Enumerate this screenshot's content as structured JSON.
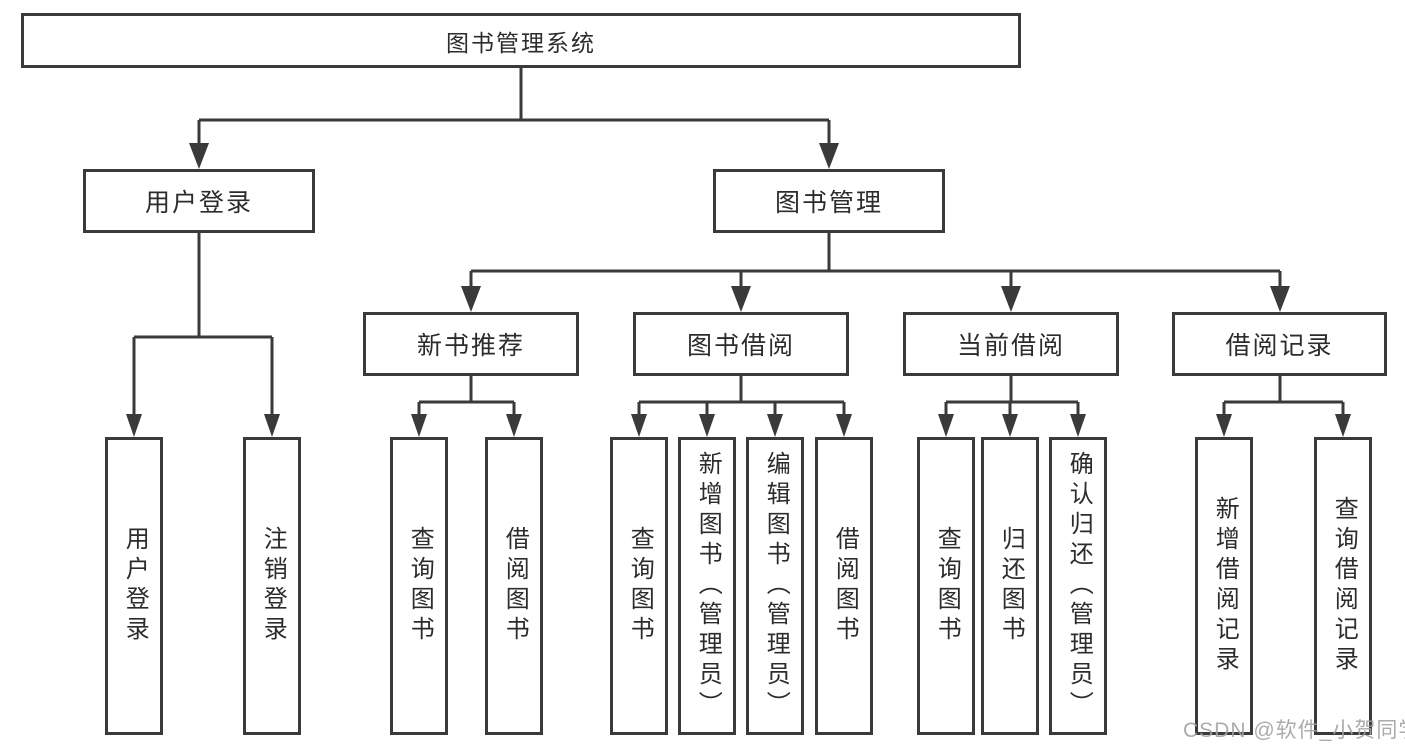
{
  "diagram": {
    "root": {
      "label": "图书管理系统"
    },
    "branches": [
      {
        "label": "用户登录",
        "children": [
          {
            "label": "用户登录"
          },
          {
            "label": "注销登录"
          }
        ]
      },
      {
        "label": "图书管理",
        "children": [
          {
            "label": "新书推荐",
            "children": [
              {
                "label": "查询图书"
              },
              {
                "label": "借阅图书"
              }
            ]
          },
          {
            "label": "图书借阅",
            "children": [
              {
                "label": "查询图书"
              },
              {
                "label": "新增图书（管理员）"
              },
              {
                "label": "编辑图书（管理员）"
              },
              {
                "label": "借阅图书"
              }
            ]
          },
          {
            "label": "当前借阅",
            "children": [
              {
                "label": "查询图书"
              },
              {
                "label": "归还图书"
              },
              {
                "label": "确认归还（管理员）"
              }
            ]
          },
          {
            "label": "借阅记录",
            "children": [
              {
                "label": "新增借阅记录"
              },
              {
                "label": "查询借阅记录"
              }
            ]
          }
        ]
      }
    ]
  },
  "colors": {
    "line": "#3a3a3a",
    "text": "#2c2c2c",
    "background": "#ffffff",
    "watermark": "#a3a3a3"
  },
  "watermark": {
    "text": "CSDN @软件_小贺同学"
  }
}
